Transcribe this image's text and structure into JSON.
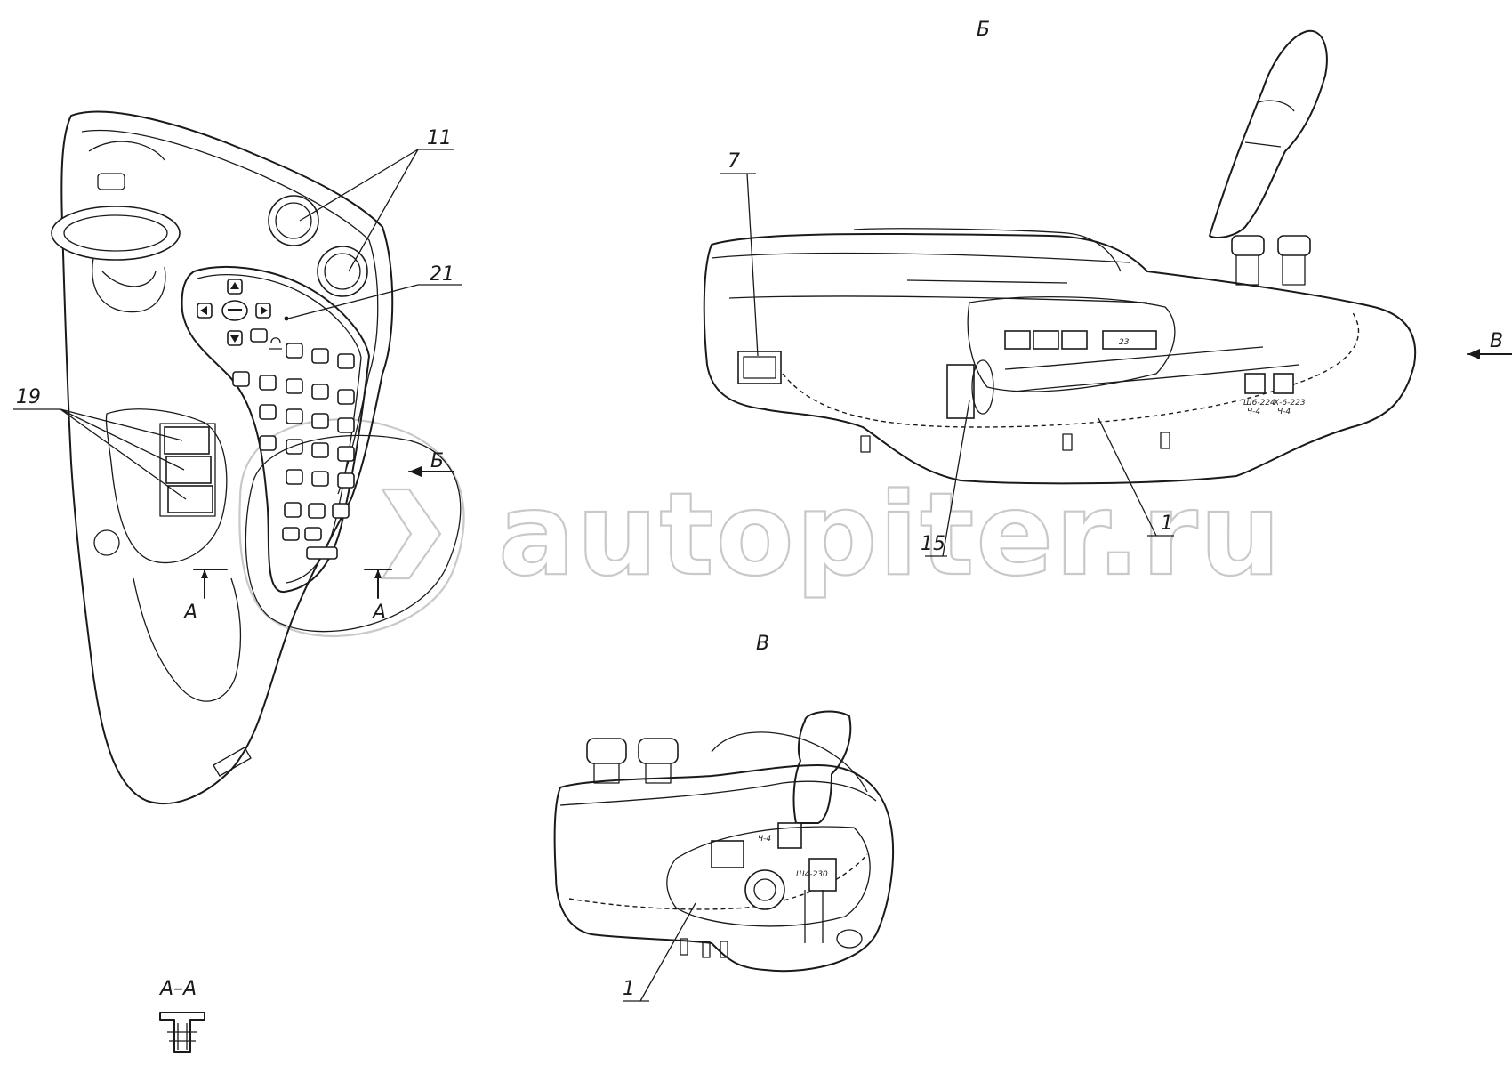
{
  "watermark": {
    "text": "autopiter.ru"
  },
  "views": {
    "view_b": "Б",
    "view_v": "В",
    "section_aa": "А–А",
    "cut_a_left": "А",
    "cut_a_right": "А",
    "arrow_b": "Б",
    "arrow_v": "В"
  },
  "callouts": {
    "c1_top": "1",
    "c1_bottom": "1",
    "c7": "7",
    "c11": "11",
    "c15": "15",
    "c19": "19",
    "c21": "21",
    "c23": "23"
  },
  "small_labels": {
    "tag_a": "Ш6-224",
    "tag_a2": "Ч-4",
    "tag_b": "Х-6-223",
    "tag_b2": "Ч-4",
    "tag_c": "Ч-4",
    "tag_d": "Ш4-230"
  },
  "colors": {
    "line": "#1a1a1a",
    "watermark": "#c9c9c9",
    "background": "#ffffff"
  }
}
